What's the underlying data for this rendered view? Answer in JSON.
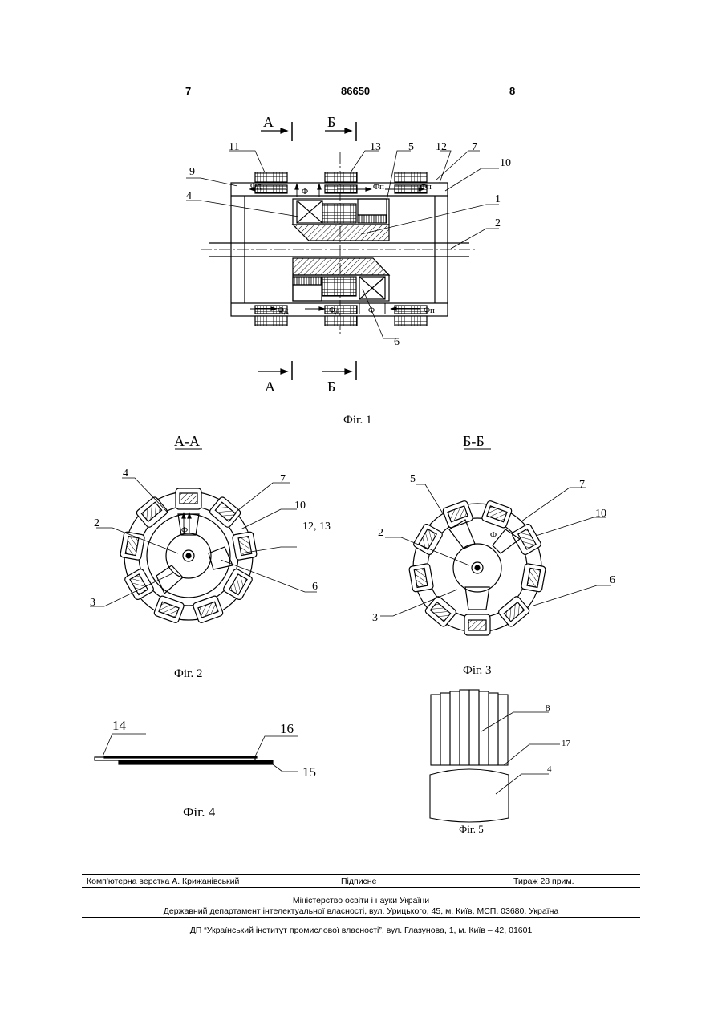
{
  "header": {
    "page_left": "7",
    "patent_number": "86650",
    "page_right": "8"
  },
  "fig1": {
    "section_a": "А",
    "section_b": "Б",
    "labels": {
      "n1": "1",
      "n2": "2",
      "n4": "4",
      "n5": "5",
      "n6": "6",
      "n7": "7",
      "n9": "9",
      "n10": "10",
      "n11": "11",
      "n12": "12",
      "n13": "13"
    },
    "flux": {
      "phi": "Φ",
      "phi_d": "Φд",
      "phi_p": "Φп"
    },
    "caption": "Фіг. 1"
  },
  "fig2": {
    "title": "А-А",
    "labels": {
      "n4": "4",
      "n7": "7",
      "n10": "10",
      "n2": "2",
      "n12_13": "12, 13",
      "n6": "6",
      "n3": "3"
    },
    "flux": "Φ",
    "caption": "Фіг. 2"
  },
  "fig3": {
    "title": "Б-Б",
    "labels": {
      "n5": "5",
      "n7": "7",
      "n10": "10",
      "n2": "2",
      "n6": "6",
      "n3": "3"
    },
    "flux": "Φ",
    "caption": "Фіг. 3"
  },
  "fig4": {
    "labels": {
      "n14": "14",
      "n16": "16",
      "n15": "15"
    },
    "caption": "Фіг. 4"
  },
  "fig5": {
    "labels": {
      "n8": "8",
      "n17": "17",
      "n4": "4"
    },
    "caption": "Фіг. 5"
  },
  "footer": {
    "layout": "Комп'ютерна верстка А. Крижанівський",
    "signed": "Підписне",
    "circulation": "Тираж 28 прим.",
    "ministry": "Міністерство освіти і науки України",
    "department": "Державний департамент інтелектуальної власності, вул. Урицького, 45, м. Київ, МСП, 03680, Україна",
    "institute": "ДП “Український інститут промислової власності”, вул. Глазунова, 1, м. Київ – 42, 01601"
  }
}
